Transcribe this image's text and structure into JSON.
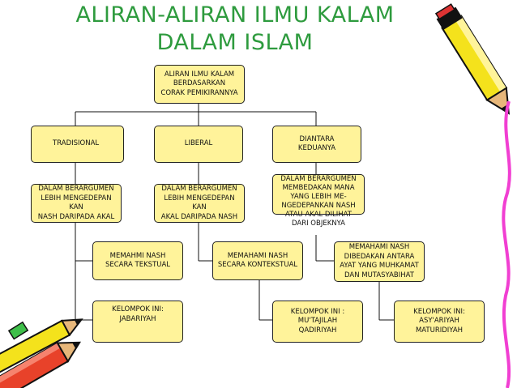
{
  "title": {
    "line1": "ALIRAN-ALIRAN ILMU KALAM",
    "line2": "DALAM ISLAM"
  },
  "nodes": {
    "root": "ALIRAN ILMU KALAM\nBERDASARKAN\nCORAK PEMIKIRANNYA",
    "tradisional": "TRADISIONAL",
    "liberal": "LIBERAL",
    "diantara": "DIANTARA\nKEDUANYA",
    "trad_desc": "DALAM BERARGUMEN\nLEBIH MENGEDEPAN\nKAN\nNASH DARIPADA AKAL",
    "lib_desc": "DALAM BERARGUMEN\nLEBIH MENGEDEPAN\nKAN\nAKAL DARIPADA NASH",
    "dia_desc": "DALAM BERARGUMEN\nMEMBEDAKAN MANA\nYANG LEBIH ME-\nNGEDEPANKAN NASH\nATAU AKAL DILIHAT\nDARI OBJEKNYA",
    "trad_method": "MEMAHMI NASH\nSECARA TEKSTUAL",
    "lib_method": "MEMAHAMI NASH\nSECARA KONTEKSTUAL",
    "dia_method": "MEMAHAMI NASH\nDIBEDAKAN ANTARA\nAYAT YANG MUHKAMAT\nDAN MUTASYABIHAT",
    "group_jabariyah": "KELOMPOK INI:\nJABARIYAH",
    "group_mutazilah": "KELOMPOK INI :\nMU'TAJILAH\nQADIRIYAH",
    "group_asyariyah": "KELOMPOK INI:\nASY'ARIYAH\nMATURIDIYAH"
  },
  "colors": {
    "title": "#2e9b3e",
    "box_fill": "#fff39a",
    "line": "#111111"
  },
  "decorations": {
    "top_right": "pencil-crayon-icon",
    "right_edge": "wavy-line-decoration",
    "bottom_left": "pencils-icon"
  }
}
